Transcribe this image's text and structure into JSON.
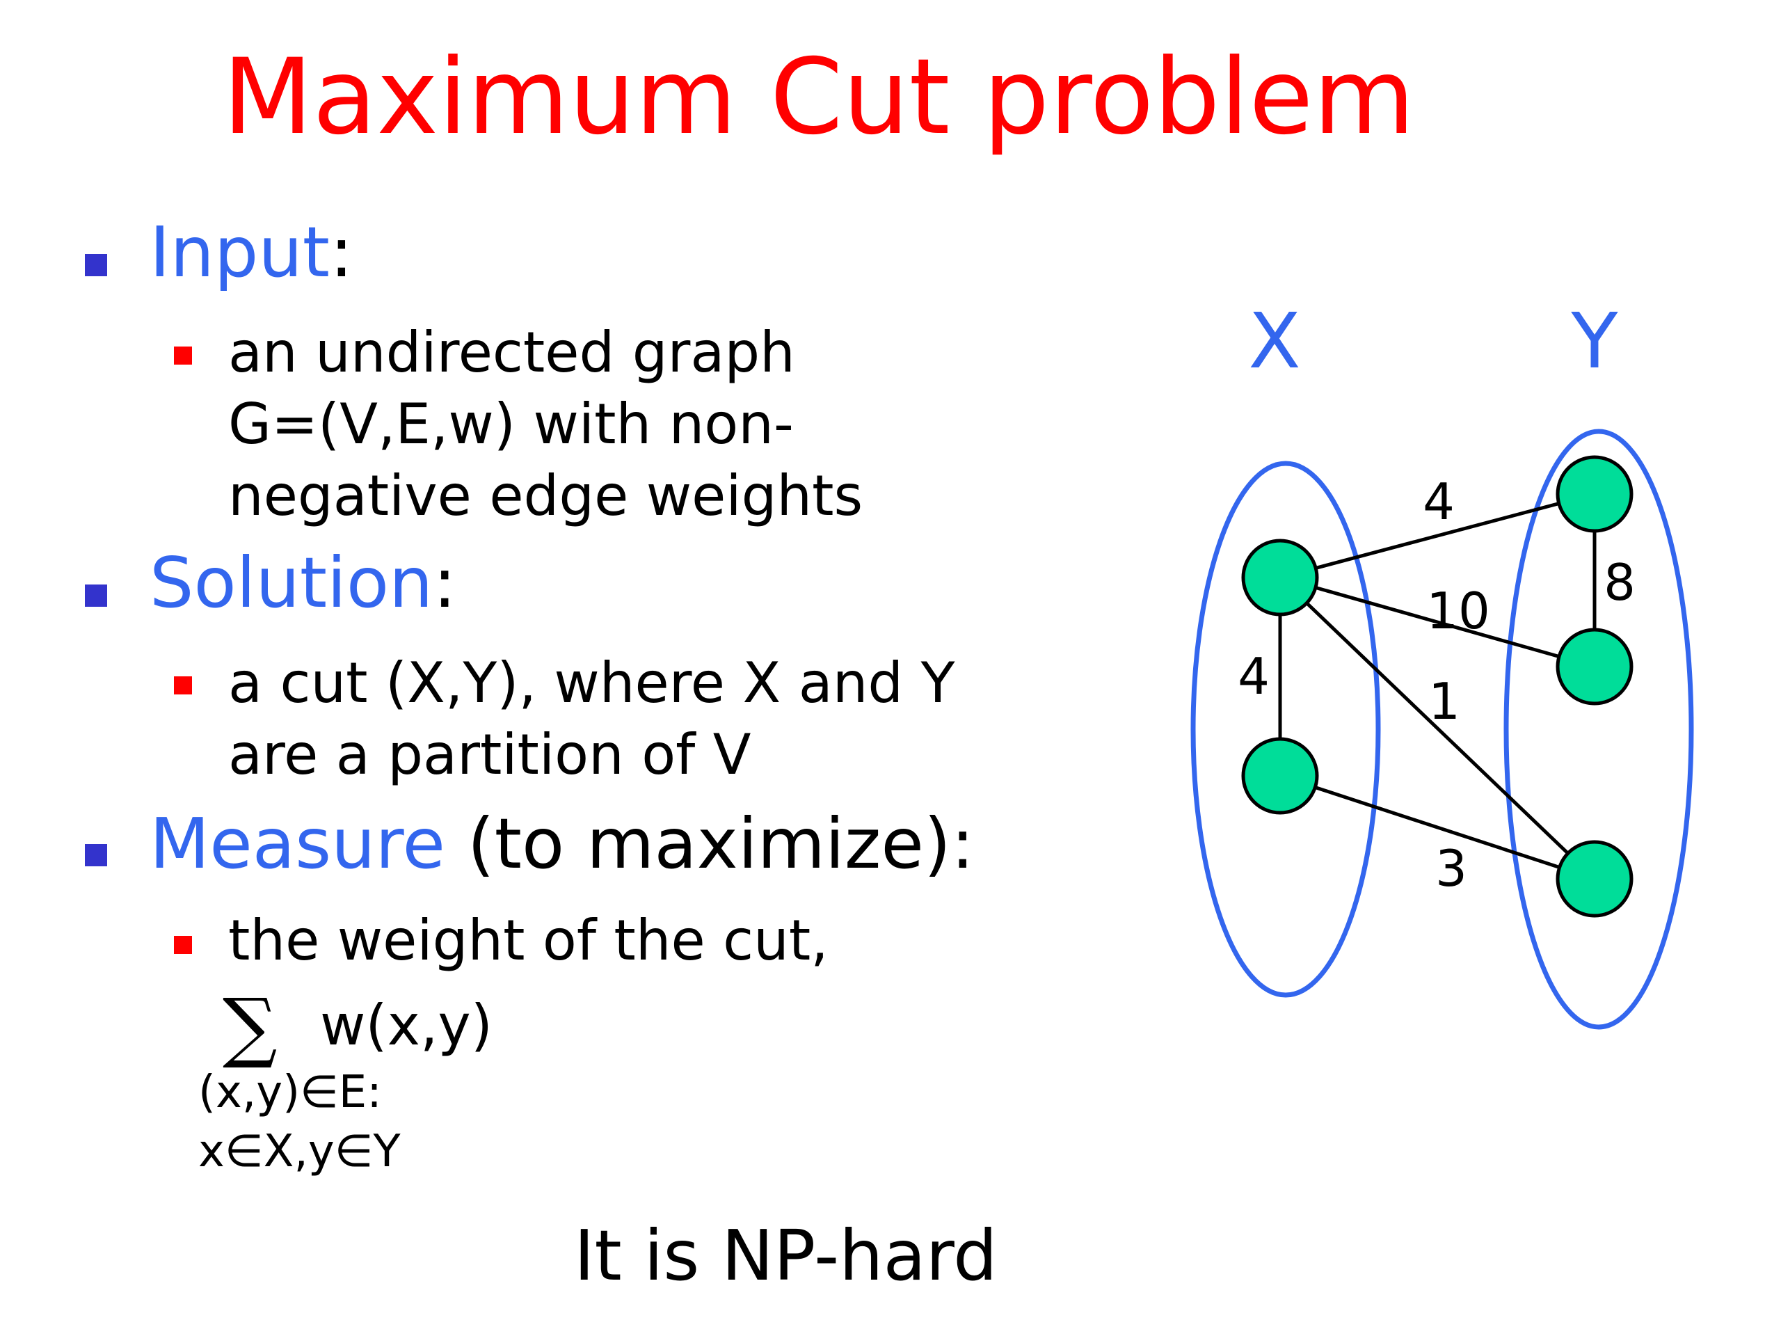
{
  "title": "Maximum Cut problem",
  "sections": [
    {
      "keyword": "Input",
      "suffix": ":",
      "lines": [
        "an undirected graph",
        "G=(V,E,w) with non-",
        "negative edge weights"
      ]
    },
    {
      "keyword": "Solution",
      "suffix": ":",
      "lines": [
        "a cut (X,Y), where X and Y",
        "are a partition of V"
      ]
    },
    {
      "keyword": "Measure",
      "suffix": " (to maximize):",
      "lines": [
        "the weight of the cut,"
      ]
    }
  ],
  "formula": {
    "sigma": "∑",
    "body": "w(x,y)",
    "sub1": "(x,y)∈E:",
    "sub2": "x∈X,y∈Y"
  },
  "footer": "It is NP-hard",
  "diagram": {
    "set_labels": [
      "X",
      "Y"
    ],
    "edge_labels": {
      "x1_y1": "4",
      "x1_y2": "10",
      "x1_y3": "1",
      "x1_x2": "4",
      "y1_y2": "8",
      "x2_y3": "3"
    },
    "colors": {
      "node_fill": "#00dd99",
      "set_outline": "#3366ee",
      "set_label": "#3366ee",
      "title": "#ff0000",
      "keyword": "#3366ee",
      "bullet_lvl1": "#3333cc",
      "bullet_lvl2": "#ff0000"
    }
  }
}
